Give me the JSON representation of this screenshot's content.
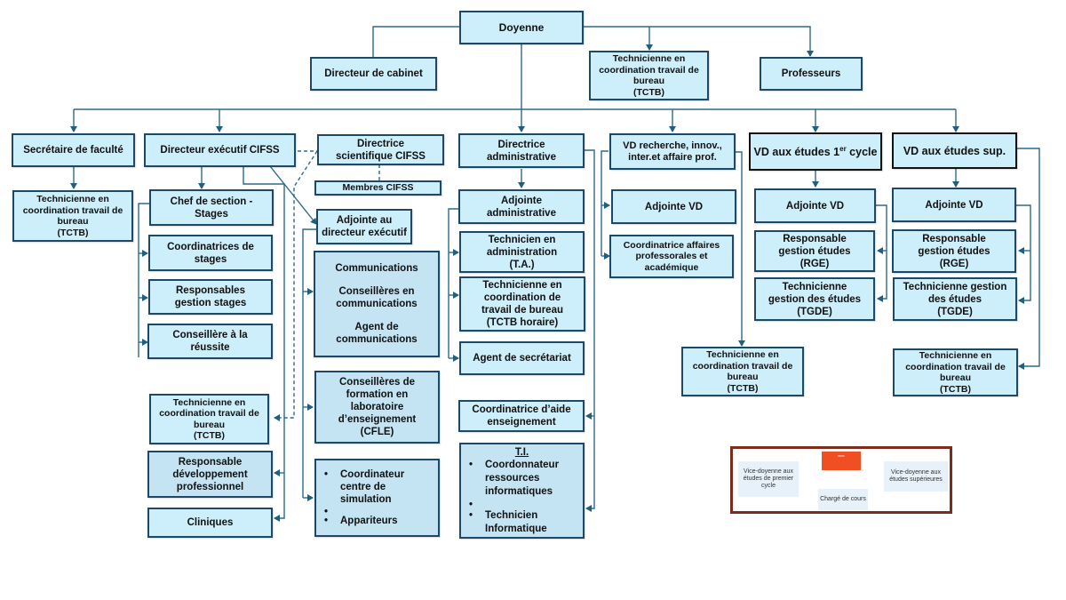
{
  "title": "Organigramme Faculté",
  "colors": {
    "box_fill": "#cdeefb",
    "box_fill_dark": "#c4e4f4",
    "box_border": "#1c4a66",
    "connector": "#2d6a8a",
    "inset_border": "#7a2d1a",
    "inset_accent": "#f04e23"
  },
  "top": {
    "doyenne": "Doyenne",
    "directeur_cabinet": "Directeur de cabinet",
    "tctb_doyenne": [
      "Technicienne en",
      "coordination travail de",
      "bureau",
      "(TCTB)"
    ],
    "professeurs": "Professeurs"
  },
  "col_secretaire": {
    "head": "Secrétaire de faculté",
    "tctb": [
      "Technicienne en",
      "coordination travail de",
      "bureau",
      "(TCTB)"
    ]
  },
  "col_cifss": {
    "head": "Directeur exécutif CIFSS",
    "chef_section": [
      "Chef de section -",
      "Stages"
    ],
    "coordinatrices": [
      "Coordinatrices de",
      "stages"
    ],
    "responsables": [
      "Responsables",
      "gestion stages"
    ],
    "conseillere": [
      "Conseillère à la",
      "réussite"
    ],
    "tctb": [
      "Technicienne en",
      "coordination travail de",
      "bureau",
      "(TCTB)"
    ],
    "resp_dev": [
      "Responsable",
      "développement",
      "professionnel"
    ],
    "cliniques": "Cliniques"
  },
  "col_scientifique": {
    "head": [
      "Directrice",
      "scientifique CIFSS"
    ],
    "membres": "Membres CIFSS",
    "adjointe": [
      "Adjointe au",
      "directeur exécutif"
    ],
    "communications": {
      "title": "Communications",
      "line2": [
        "Conseillères en",
        "communications"
      ],
      "line3": [
        "Agent de",
        "communications"
      ]
    },
    "cfle": [
      "Conseillères de",
      "formation en",
      "laboratoire",
      "d’enseignement",
      "(CFLE)"
    ],
    "simulation": {
      "items": [
        "Coordinateur centre de simulation",
        "Appariteurs"
      ]
    }
  },
  "col_admin": {
    "head": [
      "Directrice",
      "administrative"
    ],
    "adjointe": [
      "Adjointe",
      "administrative"
    ],
    "ta": [
      "Technicien en",
      "administration",
      "(T.A.)"
    ],
    "tctb_horaire": [
      "Technicienne en",
      "coordination de",
      "travail de bureau",
      "(TCTB horaire)"
    ],
    "agent_secretariat": "Agent de secrétariat",
    "coord_aide": [
      "Coordinatrice d’aide",
      "enseignement"
    ],
    "ti": {
      "title": "T.I.",
      "items": [
        "Coordonnateur ressources informatiques",
        "Technicien Informatique"
      ]
    }
  },
  "col_recherche": {
    "head": [
      "VD recherche, innov.,",
      "inter.et affaire prof."
    ],
    "adjointe": "Adjointe VD",
    "coord_affaires": [
      "Coordinatrice affaires",
      "professorales et",
      "académique"
    ],
    "tctb": [
      "Technicienne en",
      "coordination travail de",
      "bureau",
      "(TCTB)"
    ]
  },
  "col_premier_cycle": {
    "head_prefix": "VD aux études 1",
    "head_sup": "er",
    "head_suffix": " cycle",
    "adjointe": "Adjointe VD",
    "rge": [
      "Responsable",
      "gestion études",
      "(RGE)"
    ],
    "tgde": [
      "Technicienne",
      "gestion des études",
      "(TGDE)"
    ]
  },
  "col_sup": {
    "head": "VD aux études sup.",
    "adjointe": "Adjointe VD",
    "rge": [
      "Responsable",
      "gestion études",
      "(RGE)"
    ],
    "tgde": [
      "Technicienne gestion",
      "des études",
      "(TGDE)"
    ],
    "tctb": [
      "Technicienne en",
      "coordination travail de",
      "bureau",
      "(TCTB)"
    ]
  },
  "inset": {
    "red_label": "****",
    "left": "Vice-doyenne aux études de premier cycle",
    "right": "Vice-doyenne aux études supérieures",
    "center": "Chargé de cours"
  }
}
